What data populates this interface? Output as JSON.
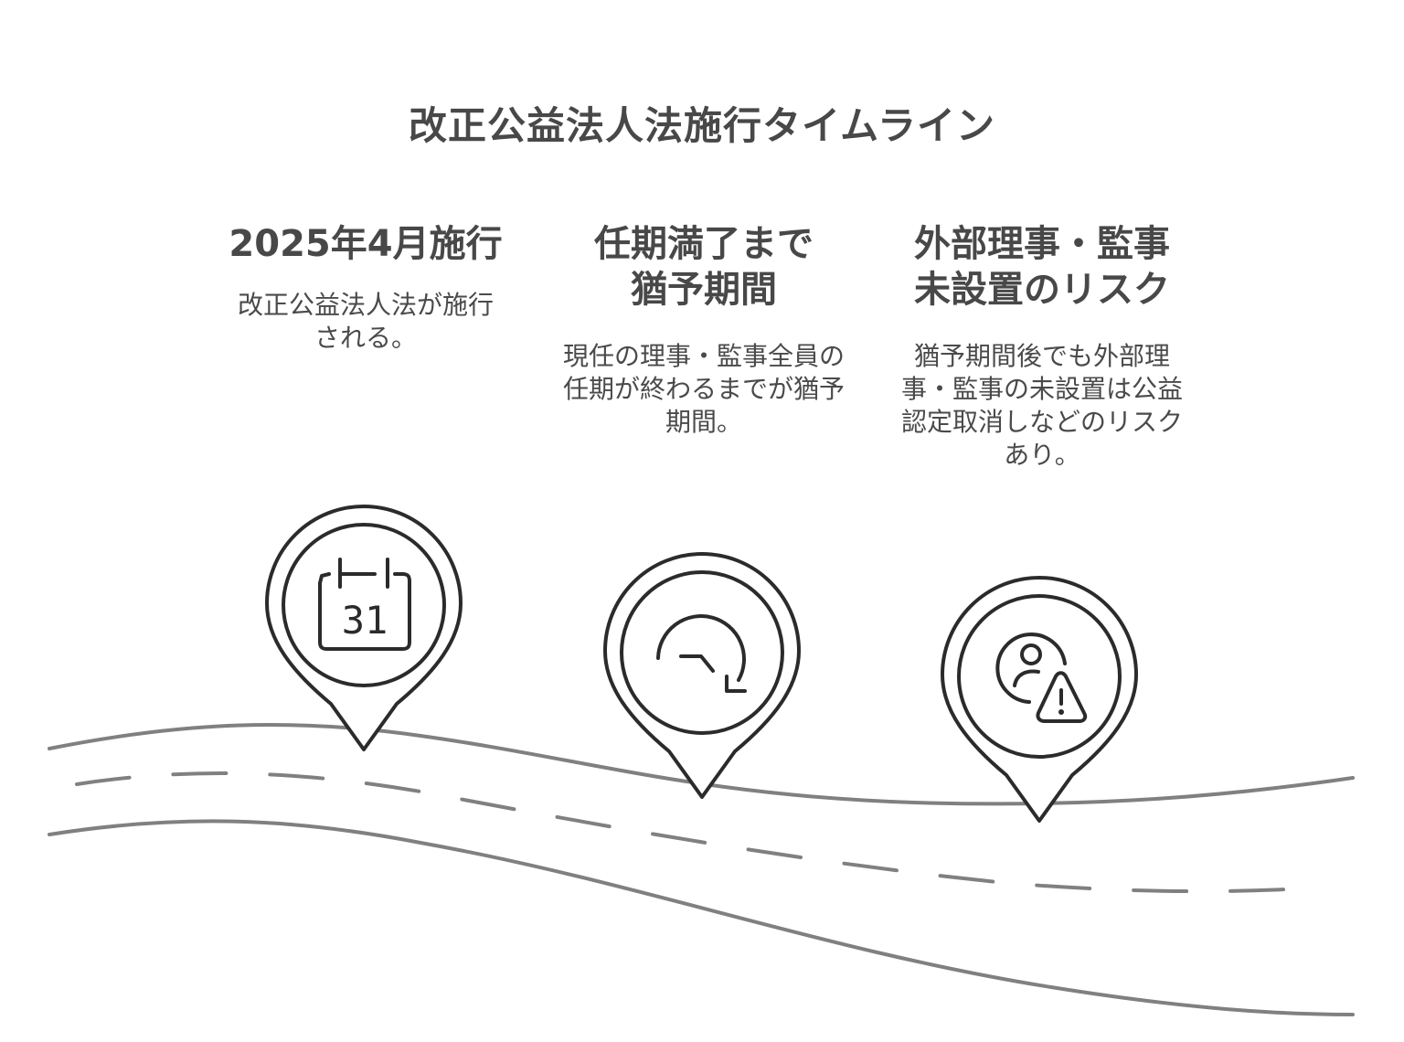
{
  "title": "改正公益法人法施行タイムライン",
  "milestones": [
    {
      "heading": "2025年4月施行",
      "description": "改正公益法人法が施行される。",
      "icon": "calendar-icon",
      "icon_text": "31"
    },
    {
      "heading": "任期満了まで猶予期間",
      "heading_lines": [
        "任期満了まで",
        "猶予期間"
      ],
      "description": "現任の理事・監事全員の任期が終わるまでが猶予期間。",
      "icon": "clock-rotate-icon"
    },
    {
      "heading": "外部理事・監事未設置のリスク",
      "heading_lines": [
        "外部理事・監事",
        "未設置のリスク"
      ],
      "description": "猶予期間後でも外部理事・監事の未設置は公益認定取消しなどのリスクあり。",
      "icon": "user-warning-icon"
    }
  ],
  "colors": {
    "text": "#484848",
    "pin_stroke": "#2b2b2b",
    "road": "#808080"
  }
}
